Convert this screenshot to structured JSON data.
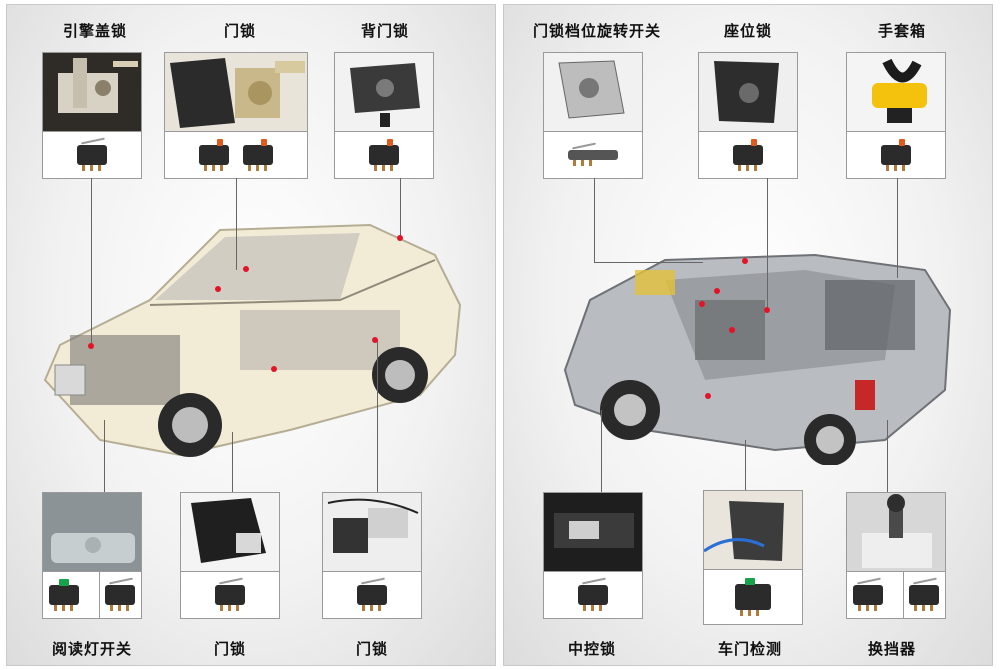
{
  "left_panel": {
    "labels": {
      "engine_hood_lock": "引擎盖锁",
      "door_lock_top": "门锁",
      "back_door_lock": "背门锁",
      "reading_light_switch": "阅读灯开关",
      "door_lock_bottom_mid": "门锁",
      "door_lock_bottom_right": "门锁"
    }
  },
  "right_panel": {
    "labels": {
      "door_lock_gear_rotary_switch": "门锁档位旋转开关",
      "seat_lock": "座位锁",
      "glove_box": "手套箱",
      "central_lock": "中控锁",
      "door_detection": "车门检测",
      "gear_shifter": "换挡器"
    }
  },
  "colors": {
    "marker_dot": "#e3142a",
    "switch_actuator": "#e05a1b",
    "switch_actuator_green": "#18a34a",
    "car_body_left": "#f2ecd6",
    "car_body_right": "#b9bcc0"
  }
}
